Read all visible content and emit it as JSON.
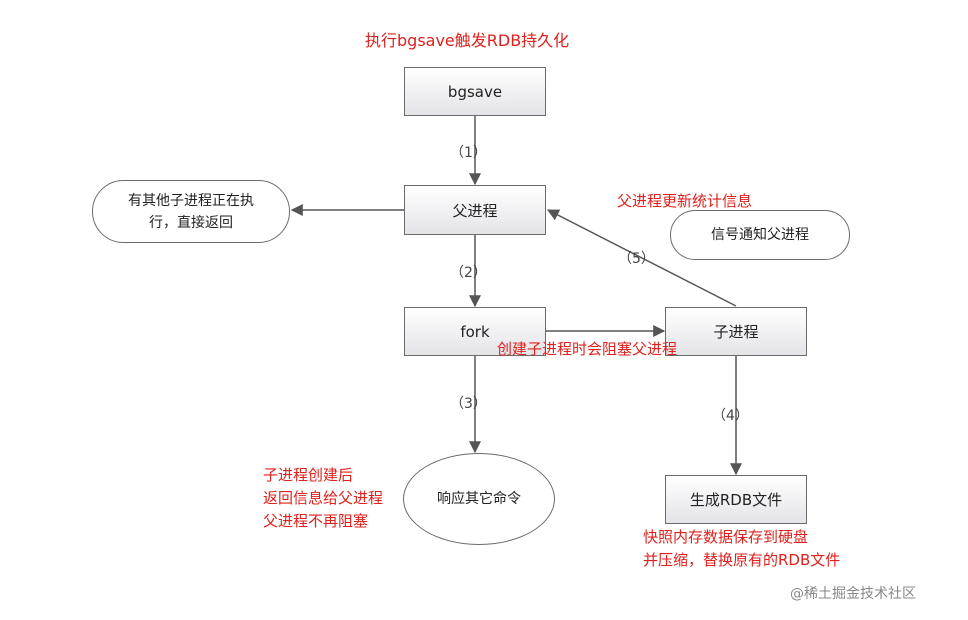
{
  "title": "执行bgsave触发RDB持久化",
  "nodes": {
    "bgsave": "bgsave",
    "parent": "父进程",
    "fork": "fork",
    "child": "子进程",
    "rdb_file": "生成RDB文件",
    "other_child_line1": "有其他子进程正在执",
    "other_child_line2": "行，直接返回",
    "respond": "响应其它命令",
    "signal_parent": "信号通知父进程"
  },
  "steps": [
    "（1）",
    "（2）",
    "（3）",
    "（4）",
    "（5）"
  ],
  "annotations": {
    "update_stats": "父进程更新统计信息",
    "fork_blocks": "创建子进程时会阻塞父进程",
    "after_create_1": "子进程创建后",
    "after_create_2": "返回信息给父进程",
    "after_create_3": "父进程不再阻塞",
    "snapshot_1": "快照内存数据保存到硬盘",
    "snapshot_2": "并压缩，替换原有的RDB文件"
  },
  "watermark": "@稀土掘金技术社区",
  "colors": {
    "annotation": "#e0201c",
    "line": "#555555"
  }
}
